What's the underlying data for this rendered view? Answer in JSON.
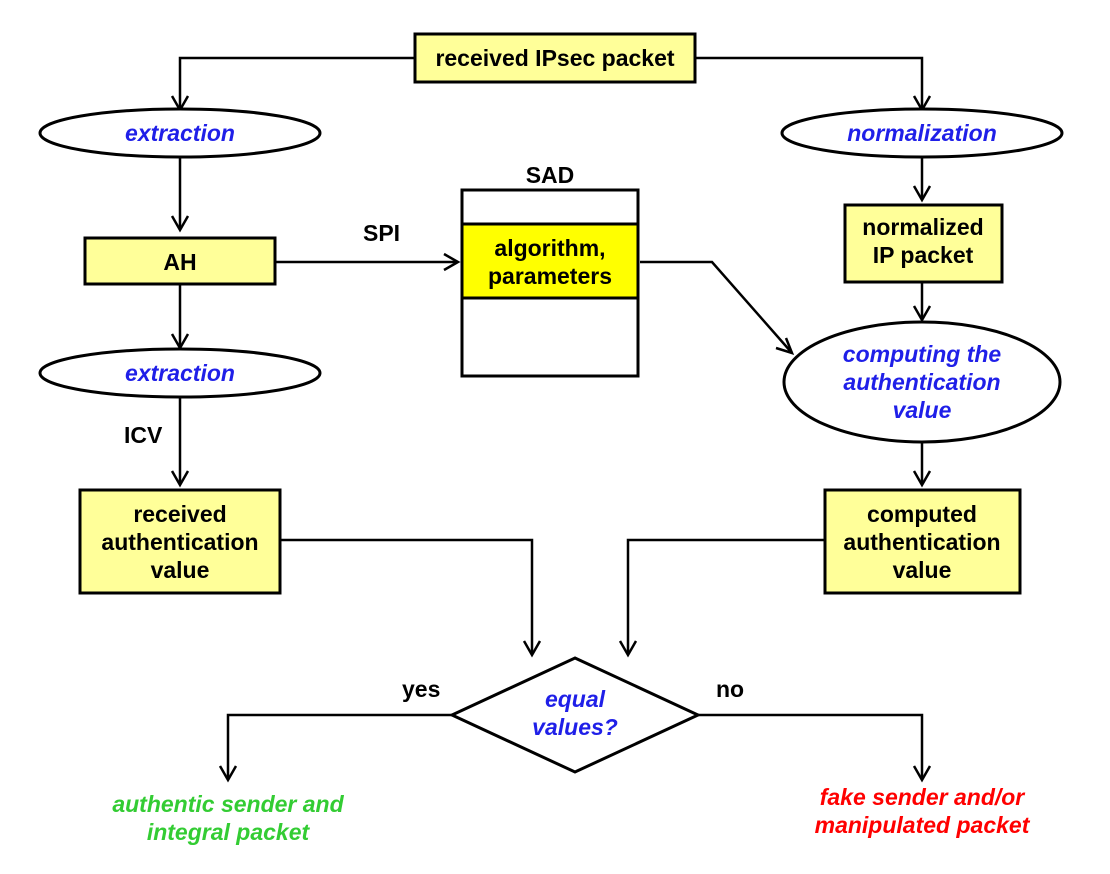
{
  "nodes": {
    "received_packet": "received IPsec packet",
    "extraction_top": "extraction",
    "normalization": "normalization",
    "sad_title": "SAD",
    "sad_entry": [
      "algorithm,",
      "parameters"
    ],
    "ah": "AH",
    "normalized_packet": [
      "normalized",
      "IP packet"
    ],
    "extraction_bottom": "extraction",
    "computing": [
      "computing the",
      "authentication",
      "value"
    ],
    "received_auth": [
      "received",
      "authentication",
      "value"
    ],
    "computed_auth": [
      "computed",
      "authentication",
      "value"
    ],
    "decision": [
      "equal",
      "values?"
    ],
    "result_yes": [
      "authentic sender and",
      "integral packet"
    ],
    "result_no": [
      "fake sender and/or",
      "manipulated packet"
    ]
  },
  "edge_labels": {
    "spi": "SPI",
    "icv": "ICV",
    "yes": "yes",
    "no": "no"
  },
  "colors": {
    "box_fill": "#ffff99",
    "highlight_fill": "#ffff00",
    "process_text": "#1f1fe8",
    "success_text": "#33cc33",
    "failure_text": "#ff0000"
  }
}
